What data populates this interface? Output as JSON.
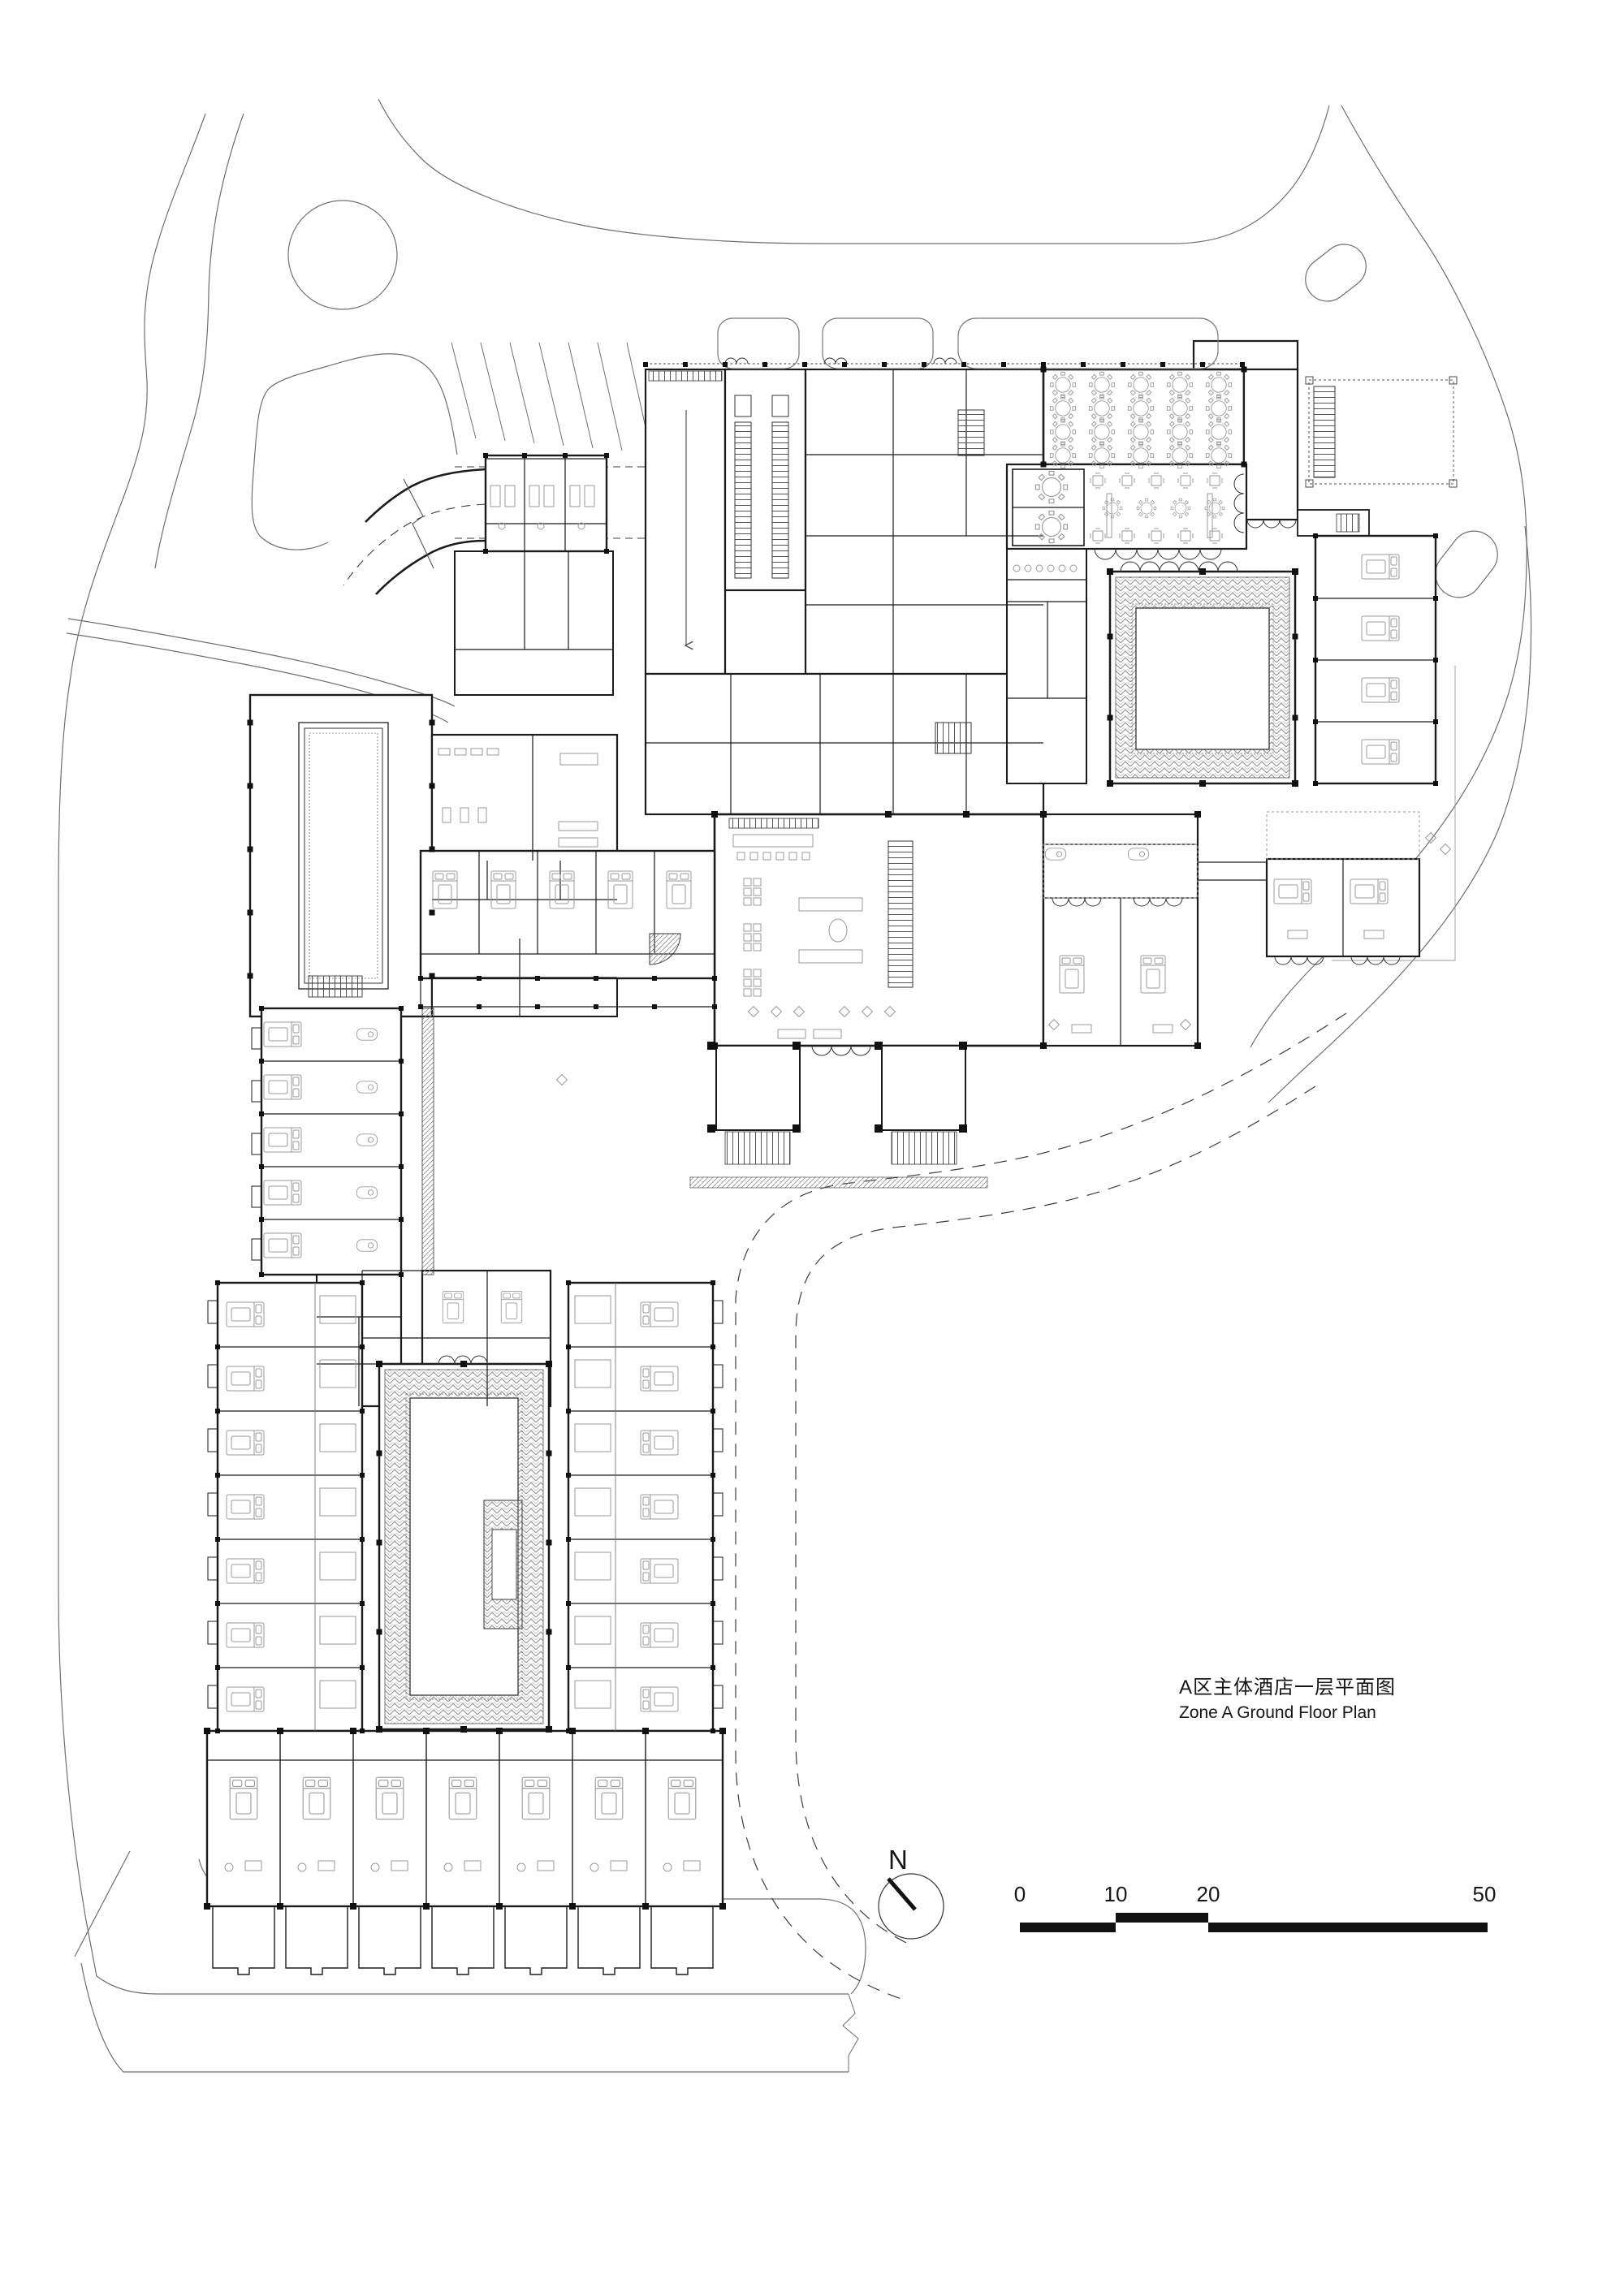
{
  "title": {
    "zh": "A区主体酒店一层平面图",
    "en": "Zone A Ground Floor Plan"
  },
  "north_arrow": {
    "label": "N",
    "icon": "north-arrow-icon"
  },
  "scale_bar": {
    "ticks": [
      "0",
      "10",
      "20",
      "50"
    ]
  },
  "colors": {
    "ink": "#1b1b1b",
    "furniture": "#9a9a9a",
    "road": "#6f6f6f",
    "hatch": "#777777",
    "dash": "#3d3d3d",
    "paper": "#ffffff"
  },
  "plan": {
    "banquet": {
      "rows": 4,
      "cols": 5
    },
    "restaurant": {
      "square_tables_per_row": 5,
      "square_table_rows": 2,
      "diamond_tables": 4,
      "round_tables": 2
    },
    "features": {
      "banquet_hall": "banquet-hall-with-round-tables",
      "restaurant": "restaurant-hall",
      "lobby": "entrance-lobby-with-grand-stair",
      "east_courtyard": "hatched-courtyard-east",
      "south_courtyard": "hatched-courtyard-south",
      "pool": "indoor-swimming-pool",
      "parking": "diagonal-parking-bays",
      "guest_wings": [
        "north-east-wing",
        "east-wing",
        "west-wing",
        "mid-west-wing",
        "south-left-wing",
        "south-right-wing",
        "south-suites-row"
      ],
      "room_counts": {
        "ne_wing": 4,
        "west_wing": 5,
        "mid_west_wing": 5,
        "south_left_wing": 7,
        "south_right_wing": 7,
        "south_suites": 7
      }
    }
  }
}
